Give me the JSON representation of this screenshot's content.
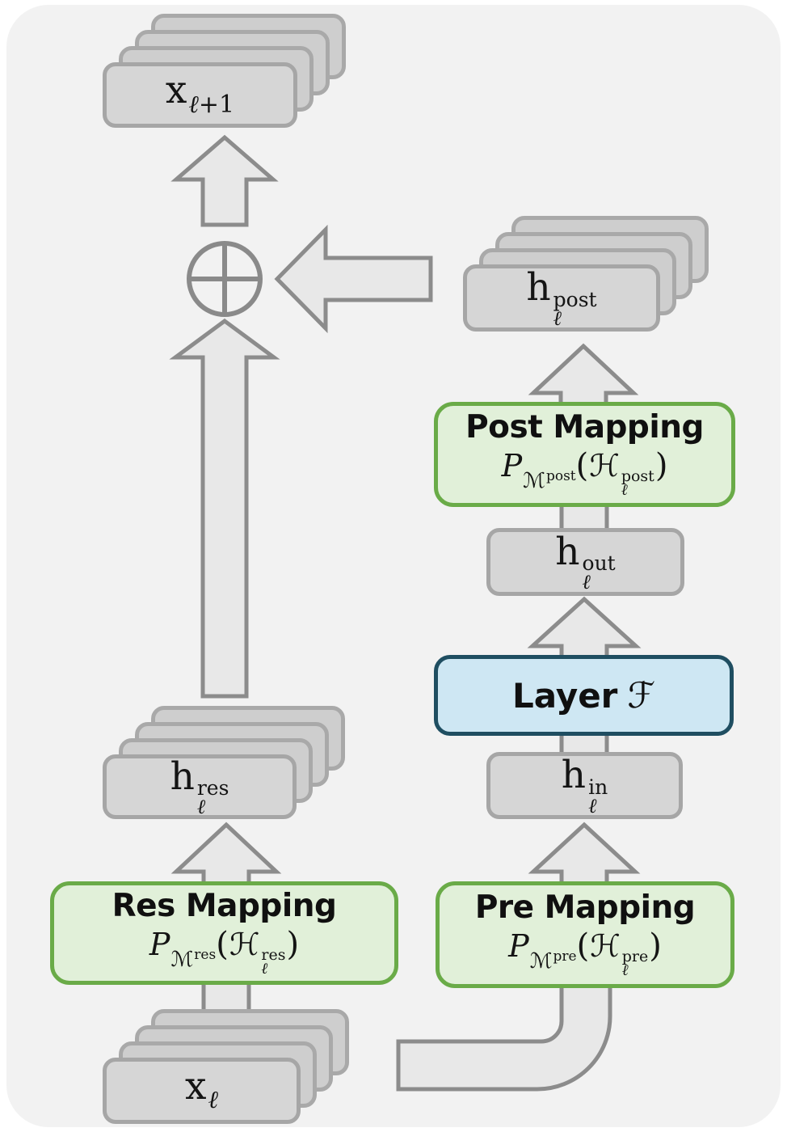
{
  "figure": {
    "page_color": "#ffffff",
    "panel_color": "#f2f2f2",
    "card_fill": "#d6d6d6",
    "card_back_fill": "#cecece",
    "card_border": "#a6a6a6",
    "arrow_fill": "#e8e8e8",
    "arrow_border": "#8c8c8c",
    "green_fill": "#e1f0d9",
    "green_border": "#6aab48",
    "blue_fill": "#cee7f3",
    "blue_border": "#1f4e61"
  },
  "operators": {
    "sum": "circled-plus"
  },
  "stacks": {
    "x_next": {
      "base": "x",
      "sub_var": "ℓ",
      "sub_rest": "+1"
    },
    "h_post": {
      "base": "h",
      "sub": "ℓ",
      "sup": "post"
    },
    "h_res": {
      "base": "h",
      "sub": "ℓ",
      "sup": "res"
    },
    "x_in": {
      "base": "x",
      "sub_var": "ℓ",
      "sub_rest": ""
    }
  },
  "boxes": {
    "post": {
      "title": "Post Mapping",
      "p": "P",
      "m": "ℳ",
      "tag": "post",
      "open": "(",
      "h": "ℋ",
      "sub": "ℓ",
      "close": ")"
    },
    "pre": {
      "title": "Pre Mapping",
      "p": "P",
      "m": "ℳ",
      "tag": "pre",
      "open": "(",
      "h": "ℋ",
      "sub": "ℓ",
      "close": ")"
    },
    "res": {
      "title": "Res Mapping",
      "p": "P",
      "m": "ℳ",
      "tag": "res",
      "open": "(",
      "h": "ℋ",
      "sub": "ℓ",
      "close": ")"
    },
    "layer": {
      "title": "Layer",
      "f": "ℱ"
    },
    "h_out": {
      "base": "h",
      "sub": "ℓ",
      "sup": "out"
    },
    "h_in": {
      "base": "h",
      "sub": "ℓ",
      "sup": "in"
    }
  }
}
